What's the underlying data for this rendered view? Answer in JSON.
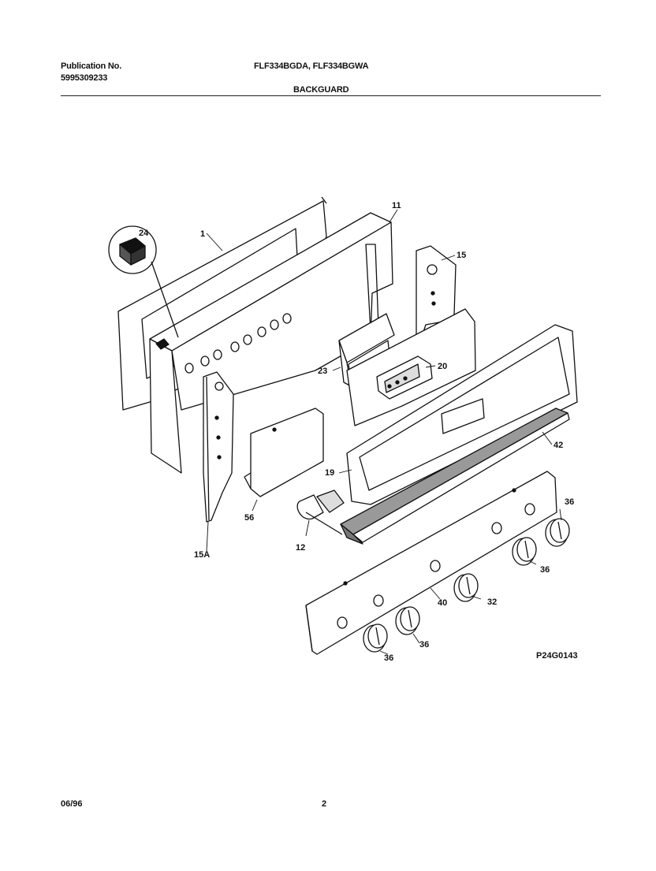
{
  "header": {
    "publication_label": "Publication No.",
    "publication_number": "5995309233",
    "models": "FLF334BGDA, FLF334BGWA",
    "section": "BACKGUARD"
  },
  "drawing_code": "P24G0143",
  "footer": {
    "date": "06/96",
    "page": "2"
  },
  "callouts": {
    "c1": "1",
    "c11": "11",
    "c24": "24",
    "c15": "15",
    "c23": "23",
    "c20": "20",
    "c42": "42",
    "c19": "19",
    "c56": "56",
    "c12": "12",
    "c15a": "15A",
    "c36a": "36",
    "c36b": "36",
    "c32": "32",
    "c40": "40",
    "c36c": "36",
    "c36d": "36"
  }
}
